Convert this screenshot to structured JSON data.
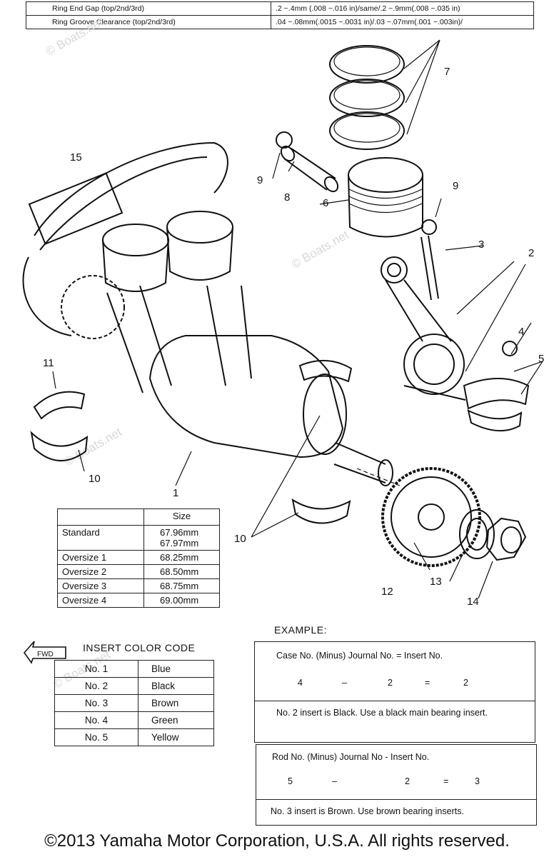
{
  "spec_table": [
    {
      "label": "Ring End Gap (top/2nd/3rd)",
      "value": ".2 ~.4mm (.008 ~.016 in)/same/.2 ~.9mm(.008 ~.035 in)"
    },
    {
      "label": "Ring Groove Clearance (top/2nd/3rd)",
      "value": ".04 ~.08mm(.0015 ~.0031 in)/.03 ~.07mm(.001 ~.003in)/"
    }
  ],
  "callouts": {
    "c1": "1",
    "c2": "2",
    "c3": "3",
    "c4": "4",
    "c5": "5",
    "c6": "6",
    "c7": "7",
    "c8": "8",
    "c9a": "9",
    "c9b": "9",
    "c10a": "10",
    "c10b": "10",
    "c11": "11",
    "c12": "12",
    "c13": "13",
    "c14": "14",
    "c15": "15"
  },
  "size_table": {
    "header": "Size",
    "rows": [
      {
        "label": "Standard",
        "value": "67.96mm",
        "value2": "67.97mm"
      },
      {
        "label": "Oversize 1",
        "value": "68.25mm"
      },
      {
        "label": "Oversize 2",
        "value": "68.50mm"
      },
      {
        "label": "Oversize 3",
        "value": "68.75mm"
      },
      {
        "label": "Oversize 4",
        "value": "69.00mm"
      }
    ]
  },
  "fwd_label": "FWD",
  "insert_color_code": {
    "title": "INSERT COLOR CODE",
    "rows": [
      {
        "no": "No. 1",
        "color": "Blue"
      },
      {
        "no": "No. 2",
        "color": "Black"
      },
      {
        "no": "No. 3",
        "color": "Brown"
      },
      {
        "no": "No. 4",
        "color": "Green"
      },
      {
        "no": "No. 5",
        "color": "Yellow"
      }
    ]
  },
  "example": {
    "title": "EXAMPLE:",
    "box1": {
      "formula": "Case No. (Minus) Journal No. = Insert No.",
      "a": "4",
      "minus": "–",
      "b": "2",
      "eq": "=",
      "c": "2",
      "note": "No. 2 insert is Black.  Use a black main bearing insert."
    },
    "box2": {
      "formula": "Rod No. (Minus)      Journal No  -  Insert No.",
      "a": "5",
      "minus": "–",
      "b": "2",
      "eq": "=",
      "c": "3",
      "note": "No. 3 insert is Brown.  Use brown bearing inserts."
    }
  },
  "watermark": "© Boats.net",
  "copyright": "©2013 Yamaha Motor Corporation, U.S.A. All rights reserved."
}
